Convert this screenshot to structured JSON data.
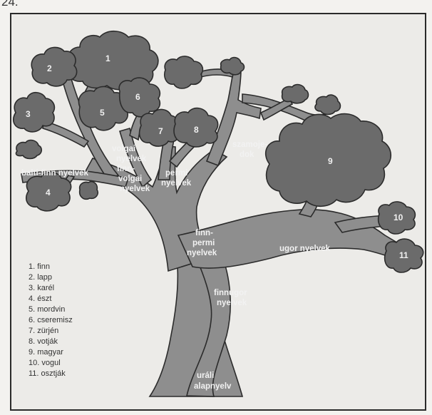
{
  "page_number": "24.",
  "leaf_numbers": [
    "1",
    "2",
    "3",
    "4",
    "5",
    "6",
    "7",
    "8",
    "9",
    "10",
    "11"
  ],
  "branch_labels": {
    "balti_finn": "balti-finn nyelvek",
    "volgai": [
      "volgai",
      "nyelvek"
    ],
    "finn_volgai": [
      "finn-",
      "volgai",
      "nyelvek"
    ],
    "permi": [
      "permi",
      "nyelvek"
    ],
    "szamojed": [
      "szamoje-",
      "dok"
    ],
    "finn_permi": [
      "finn-",
      "permi",
      "nyelvek"
    ],
    "ugor": "ugor nyelvek",
    "finnugor": [
      "finnugor",
      "nyelvek"
    ],
    "urali": [
      "uráli",
      "alapnyelv"
    ]
  },
  "legend": [
    "1. finn",
    "2. lapp",
    "3. karél",
    "4. észt",
    "5. mordvin",
    "6. cseremisz",
    "7. zürjén",
    "8. votják",
    "9. magyar",
    "10. vogul",
    "11. osztják"
  ],
  "colors": {
    "trunk": "#8e8e8e",
    "canopy": "#6b6b6b",
    "outline": "#2b2b2b",
    "label": "#f2f2f2"
  }
}
